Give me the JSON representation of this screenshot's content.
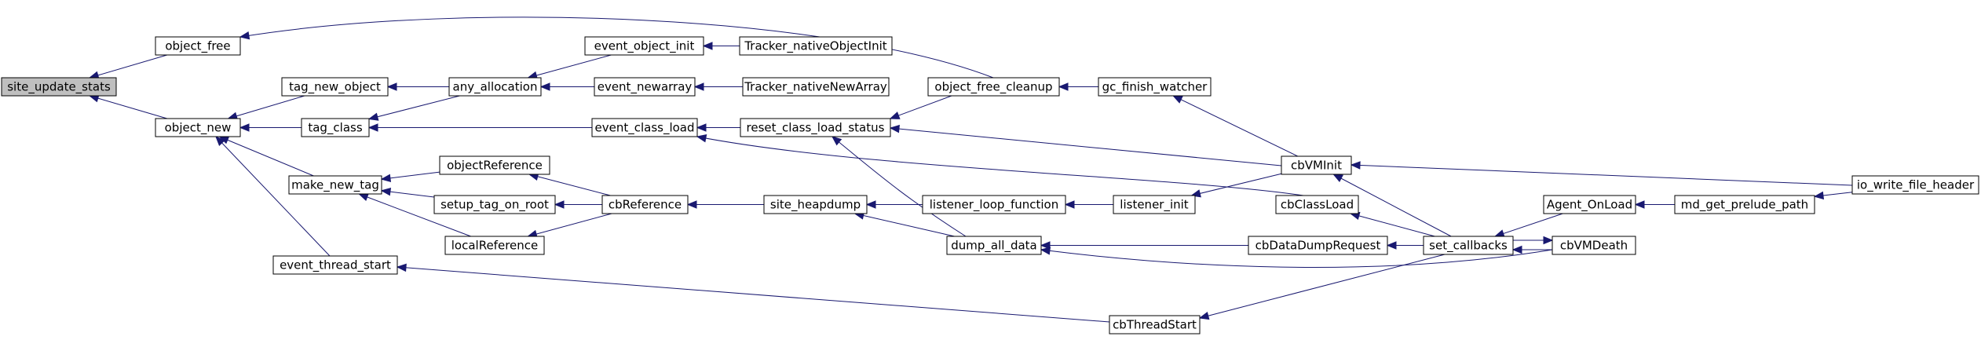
{
  "graph": {
    "colors": {
      "edge": "#191970",
      "node_fill": "#ffffff",
      "root_fill": "#bfbfbf",
      "node_border": "#000000"
    },
    "nodes": [
      {
        "id": "site_update_stats",
        "label": "site_update_stats",
        "root": true
      },
      {
        "id": "object_free",
        "label": "object_free"
      },
      {
        "id": "object_new",
        "label": "object_new"
      },
      {
        "id": "tag_new_object",
        "label": "tag_new_object"
      },
      {
        "id": "tag_class",
        "label": "tag_class"
      },
      {
        "id": "make_new_tag",
        "label": "make_new_tag"
      },
      {
        "id": "event_thread_start",
        "label": "event_thread_start"
      },
      {
        "id": "any_allocation",
        "label": "any_allocation"
      },
      {
        "id": "objectReference",
        "label": "objectReference"
      },
      {
        "id": "setup_tag_on_root",
        "label": "setup_tag_on_root"
      },
      {
        "id": "localReference",
        "label": "localReference"
      },
      {
        "id": "event_object_init",
        "label": "event_object_init"
      },
      {
        "id": "event_newarray",
        "label": "event_newarray"
      },
      {
        "id": "event_class_load",
        "label": "event_class_load"
      },
      {
        "id": "cbReference",
        "label": "cbReference"
      },
      {
        "id": "Tracker_nativeObjectInit",
        "label": "Tracker_nativeObjectInit"
      },
      {
        "id": "Tracker_nativeNewArray",
        "label": "Tracker_nativeNewArray"
      },
      {
        "id": "reset_class_load_status",
        "label": "reset_class_load_status"
      },
      {
        "id": "site_heapdump",
        "label": "site_heapdump"
      },
      {
        "id": "object_free_cleanup",
        "label": "object_free_cleanup"
      },
      {
        "id": "listener_loop_function",
        "label": "listener_loop_function"
      },
      {
        "id": "dump_all_data",
        "label": "dump_all_data"
      },
      {
        "id": "gc_finish_watcher",
        "label": "gc_finish_watcher"
      },
      {
        "id": "listener_init",
        "label": "listener_init"
      },
      {
        "id": "cbThreadStart",
        "label": "cbThreadStart"
      },
      {
        "id": "cbVMInit",
        "label": "cbVMInit"
      },
      {
        "id": "cbClassLoad",
        "label": "cbClassLoad"
      },
      {
        "id": "cbDataDumpRequest",
        "label": "cbDataDumpRequest"
      },
      {
        "id": "set_callbacks",
        "label": "set_callbacks"
      },
      {
        "id": "Agent_OnLoad",
        "label": "Agent_OnLoad"
      },
      {
        "id": "cbVMDeath",
        "label": "cbVMDeath"
      },
      {
        "id": "md_get_prelude_path",
        "label": "md_get_prelude_path"
      },
      {
        "id": "io_write_file_header",
        "label": "io_write_file_header"
      }
    ],
    "edges": [
      {
        "from": "object_free",
        "to": "site_update_stats"
      },
      {
        "from": "object_new",
        "to": "site_update_stats"
      },
      {
        "from": "object_free_cleanup",
        "to": "object_free"
      },
      {
        "from": "tag_new_object",
        "to": "object_new"
      },
      {
        "from": "tag_class",
        "to": "object_new"
      },
      {
        "from": "make_new_tag",
        "to": "object_new"
      },
      {
        "from": "event_thread_start",
        "to": "object_new"
      },
      {
        "from": "any_allocation",
        "to": "tag_new_object"
      },
      {
        "from": "any_allocation",
        "to": "tag_class"
      },
      {
        "from": "event_class_load",
        "to": "tag_class"
      },
      {
        "from": "objectReference",
        "to": "make_new_tag"
      },
      {
        "from": "setup_tag_on_root",
        "to": "make_new_tag"
      },
      {
        "from": "localReference",
        "to": "make_new_tag"
      },
      {
        "from": "cbThreadStart",
        "to": "event_thread_start"
      },
      {
        "from": "event_object_init",
        "to": "any_allocation"
      },
      {
        "from": "event_newarray",
        "to": "any_allocation"
      },
      {
        "from": "cbReference",
        "to": "objectReference"
      },
      {
        "from": "cbReference",
        "to": "setup_tag_on_root"
      },
      {
        "from": "cbReference",
        "to": "localReference"
      },
      {
        "from": "Tracker_nativeObjectInit",
        "to": "event_object_init"
      },
      {
        "from": "Tracker_nativeNewArray",
        "to": "event_newarray"
      },
      {
        "from": "reset_class_load_status",
        "to": "event_class_load"
      },
      {
        "from": "cbClassLoad",
        "to": "event_class_load"
      },
      {
        "from": "site_heapdump",
        "to": "cbReference"
      },
      {
        "from": "object_free_cleanup",
        "to": "reset_class_load_status"
      },
      {
        "from": "cbVMInit",
        "to": "reset_class_load_status"
      },
      {
        "from": "dump_all_data",
        "to": "reset_class_load_status"
      },
      {
        "from": "listener_loop_function",
        "to": "site_heapdump"
      },
      {
        "from": "dump_all_data",
        "to": "site_heapdump"
      },
      {
        "from": "gc_finish_watcher",
        "to": "object_free_cleanup"
      },
      {
        "from": "listener_init",
        "to": "listener_loop_function"
      },
      {
        "from": "cbDataDumpRequest",
        "to": "dump_all_data"
      },
      {
        "from": "cbVMDeath",
        "to": "dump_all_data"
      },
      {
        "from": "cbVMInit",
        "to": "gc_finish_watcher"
      },
      {
        "from": "cbVMInit",
        "to": "listener_init"
      },
      {
        "from": "set_callbacks",
        "to": "cbThreadStart"
      },
      {
        "from": "set_callbacks",
        "to": "cbVMInit"
      },
      {
        "from": "set_callbacks",
        "to": "cbClassLoad"
      },
      {
        "from": "set_callbacks",
        "to": "cbDataDumpRequest"
      },
      {
        "from": "set_callbacks",
        "to": "cbVMDeath"
      },
      {
        "from": "Agent_OnLoad",
        "to": "set_callbacks"
      },
      {
        "from": "cbVMDeath",
        "to": "set_callbacks"
      },
      {
        "from": "md_get_prelude_path",
        "to": "Agent_OnLoad"
      },
      {
        "from": "io_write_file_header",
        "to": "md_get_prelude_path"
      },
      {
        "from": "io_write_file_header",
        "to": "cbVMInit"
      }
    ]
  }
}
